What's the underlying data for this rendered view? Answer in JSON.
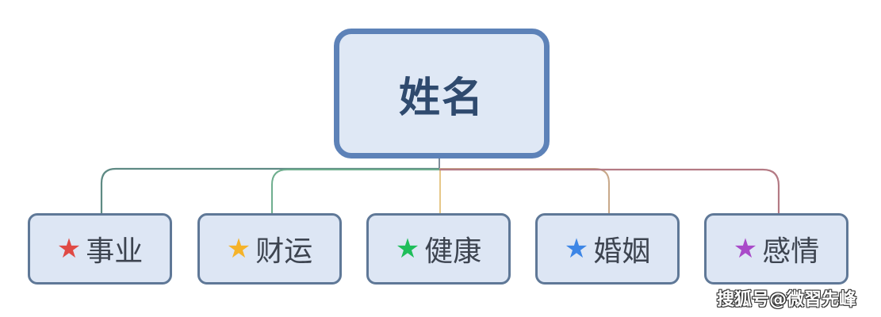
{
  "root": {
    "label": "姓名"
  },
  "children": [
    {
      "label": "事业",
      "icon": "star-icon",
      "star_color": "#e04a45",
      "line_color": "#5e8a84"
    },
    {
      "label": "财运",
      "icon": "star-icon",
      "star_color": "#f5b32a",
      "line_color": "#6fae8e"
    },
    {
      "label": "健康",
      "icon": "star-icon",
      "star_color": "#1fbe5a",
      "line_color": "#e6c889"
    },
    {
      "label": "婚姻",
      "icon": "star-icon",
      "star_color": "#3d86e6",
      "line_color": "#c9a98a"
    },
    {
      "label": "感情",
      "icon": "star-icon",
      "star_color": "#a94ac9",
      "line_color": "#a58aa5"
    }
  ],
  "watermark": {
    "text": "搜狐号@微習先峰"
  },
  "colors": {
    "root_fill": "#dfe8f5",
    "root_border": "#5d82b8",
    "child_fill": "#dde6f4",
    "child_border": "#5f7897"
  }
}
